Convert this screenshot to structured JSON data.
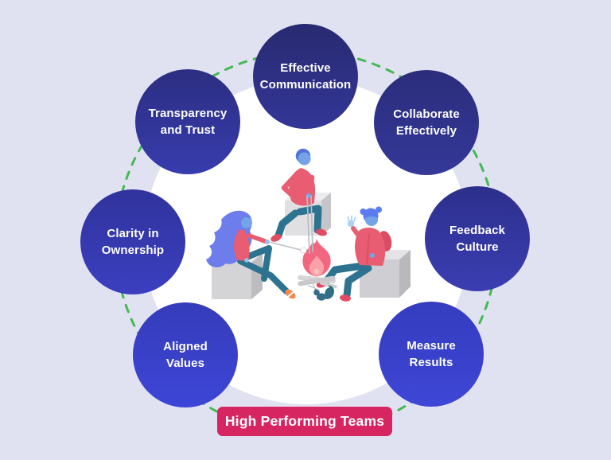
{
  "background_color": "#e1e2f1",
  "diagram": {
    "center_label": "High Performing Teams",
    "banner_color": "#d62560",
    "ring_dash_color": "#44b954",
    "inner_disc_color": "#ffffff",
    "nodes": [
      {
        "label": "Effective Communication",
        "line1": "Effective",
        "line2": "Communication",
        "color_top": "#282a70",
        "color_bottom": "#333697"
      },
      {
        "label": "Collaborate Effectively",
        "line1": "Collaborate",
        "line2": "Effectively",
        "color_top": "#2b2d7b",
        "color_bottom": "#343898"
      },
      {
        "label": "Feedback Culture",
        "line1": "Feedback",
        "line2": "Culture",
        "color_top": "#2d2f8c",
        "color_bottom": "#3a3eb2"
      },
      {
        "label": "Measure Results",
        "line1": "Measure",
        "line2": "Results",
        "color_top": "#343cbe",
        "color_bottom": "#3e46d6"
      },
      {
        "label": "Aligned Values",
        "line1": "Aligned",
        "line2": "Values",
        "color_top": "#353cba",
        "color_bottom": "#3d45d7"
      },
      {
        "label": "Clarity in Ownership",
        "line1": "Clarity in",
        "line2": "Ownership",
        "color_top": "#30339c",
        "color_bottom": "#3b3fc0"
      },
      {
        "label": "Transparency and Trust",
        "line1": "Transparency",
        "line2": "and Trust",
        "color_top": "#2c2e81",
        "color_bottom": "#373cad"
      }
    ],
    "illustration": {
      "description": "Three people sitting on grey blocks around a campfire; one roasts a marshmallow on a stick, a small squirrel sits by the fire",
      "palette": {
        "skin": "#75a3e8",
        "hair_blue": "#5b7cf0",
        "hair_violet": "#6d7dec",
        "clothes_coral": "#e85d72",
        "pants_teal": "#2d7390",
        "shoe_red": "#e14b63",
        "sneaker_orange": "#f08a4f",
        "flame_outer": "#f2677f",
        "flame_inner": "#f9a0a8",
        "block_grey": "#d9d9dc",
        "squirrel_teal": "#336e88"
      }
    }
  }
}
